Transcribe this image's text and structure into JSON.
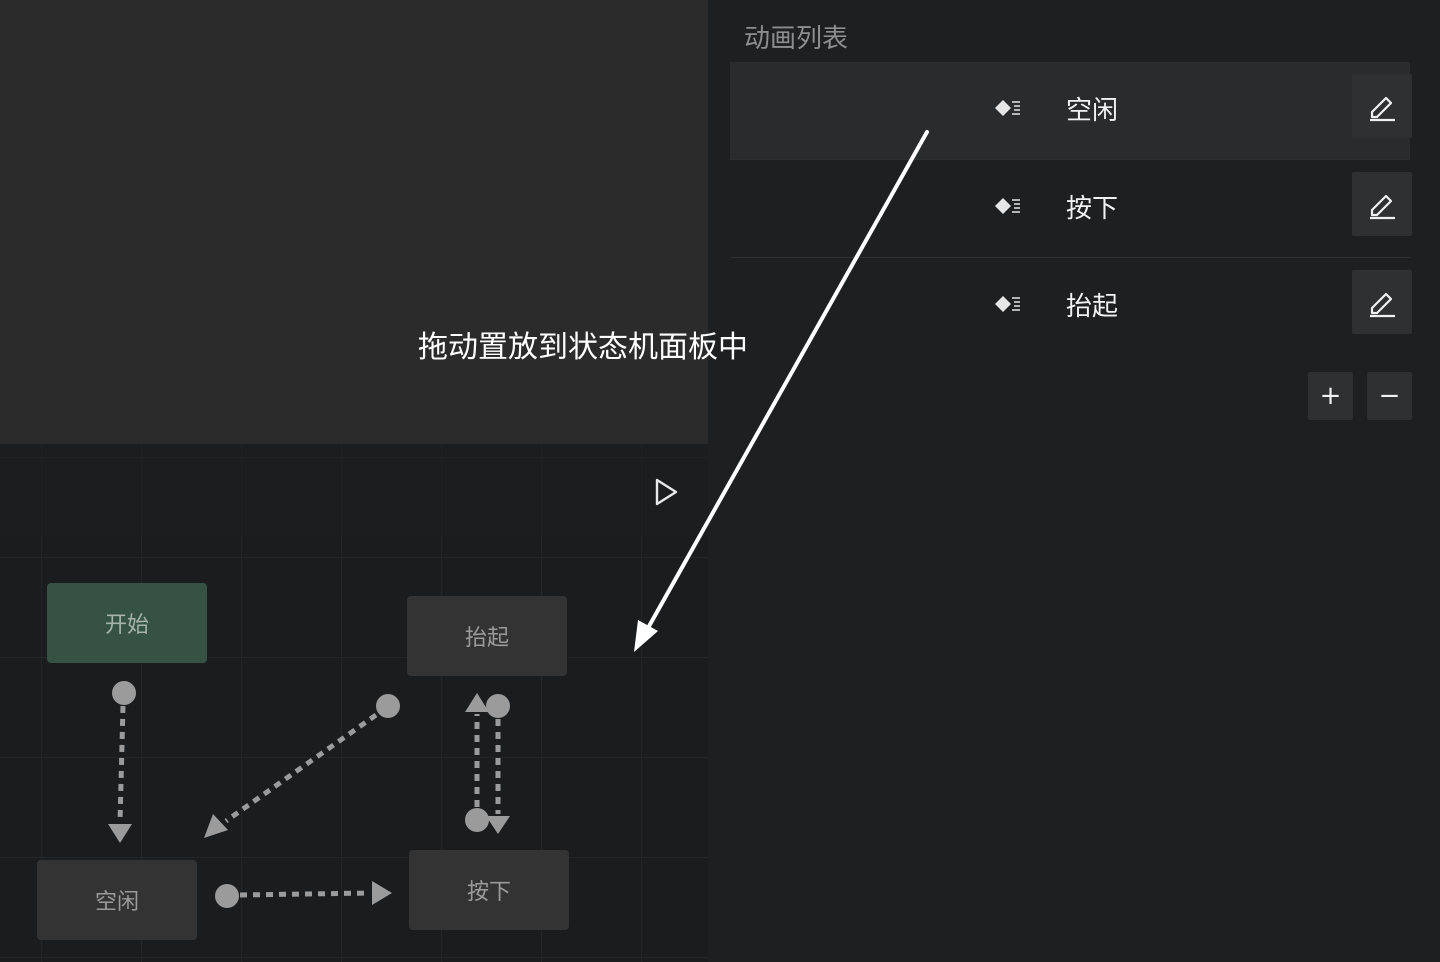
{
  "animation_list": {
    "title": "动画列表",
    "items": [
      {
        "name": "空闲",
        "selected": true
      },
      {
        "name": "按下",
        "selected": false
      },
      {
        "name": "抬起",
        "selected": false
      }
    ],
    "add_label": "+",
    "remove_label": "−"
  },
  "state_machine": {
    "states": {
      "start": "开始",
      "idle": "空闲",
      "press": "按下",
      "release": "抬起"
    }
  },
  "annotation": {
    "text": "拖动置放到状态机面板中"
  },
  "colors": {
    "start_node": "#355244",
    "state_node": "#333334",
    "panel_bg": "#1e1f21",
    "preview_bg": "#2b2b2c"
  }
}
